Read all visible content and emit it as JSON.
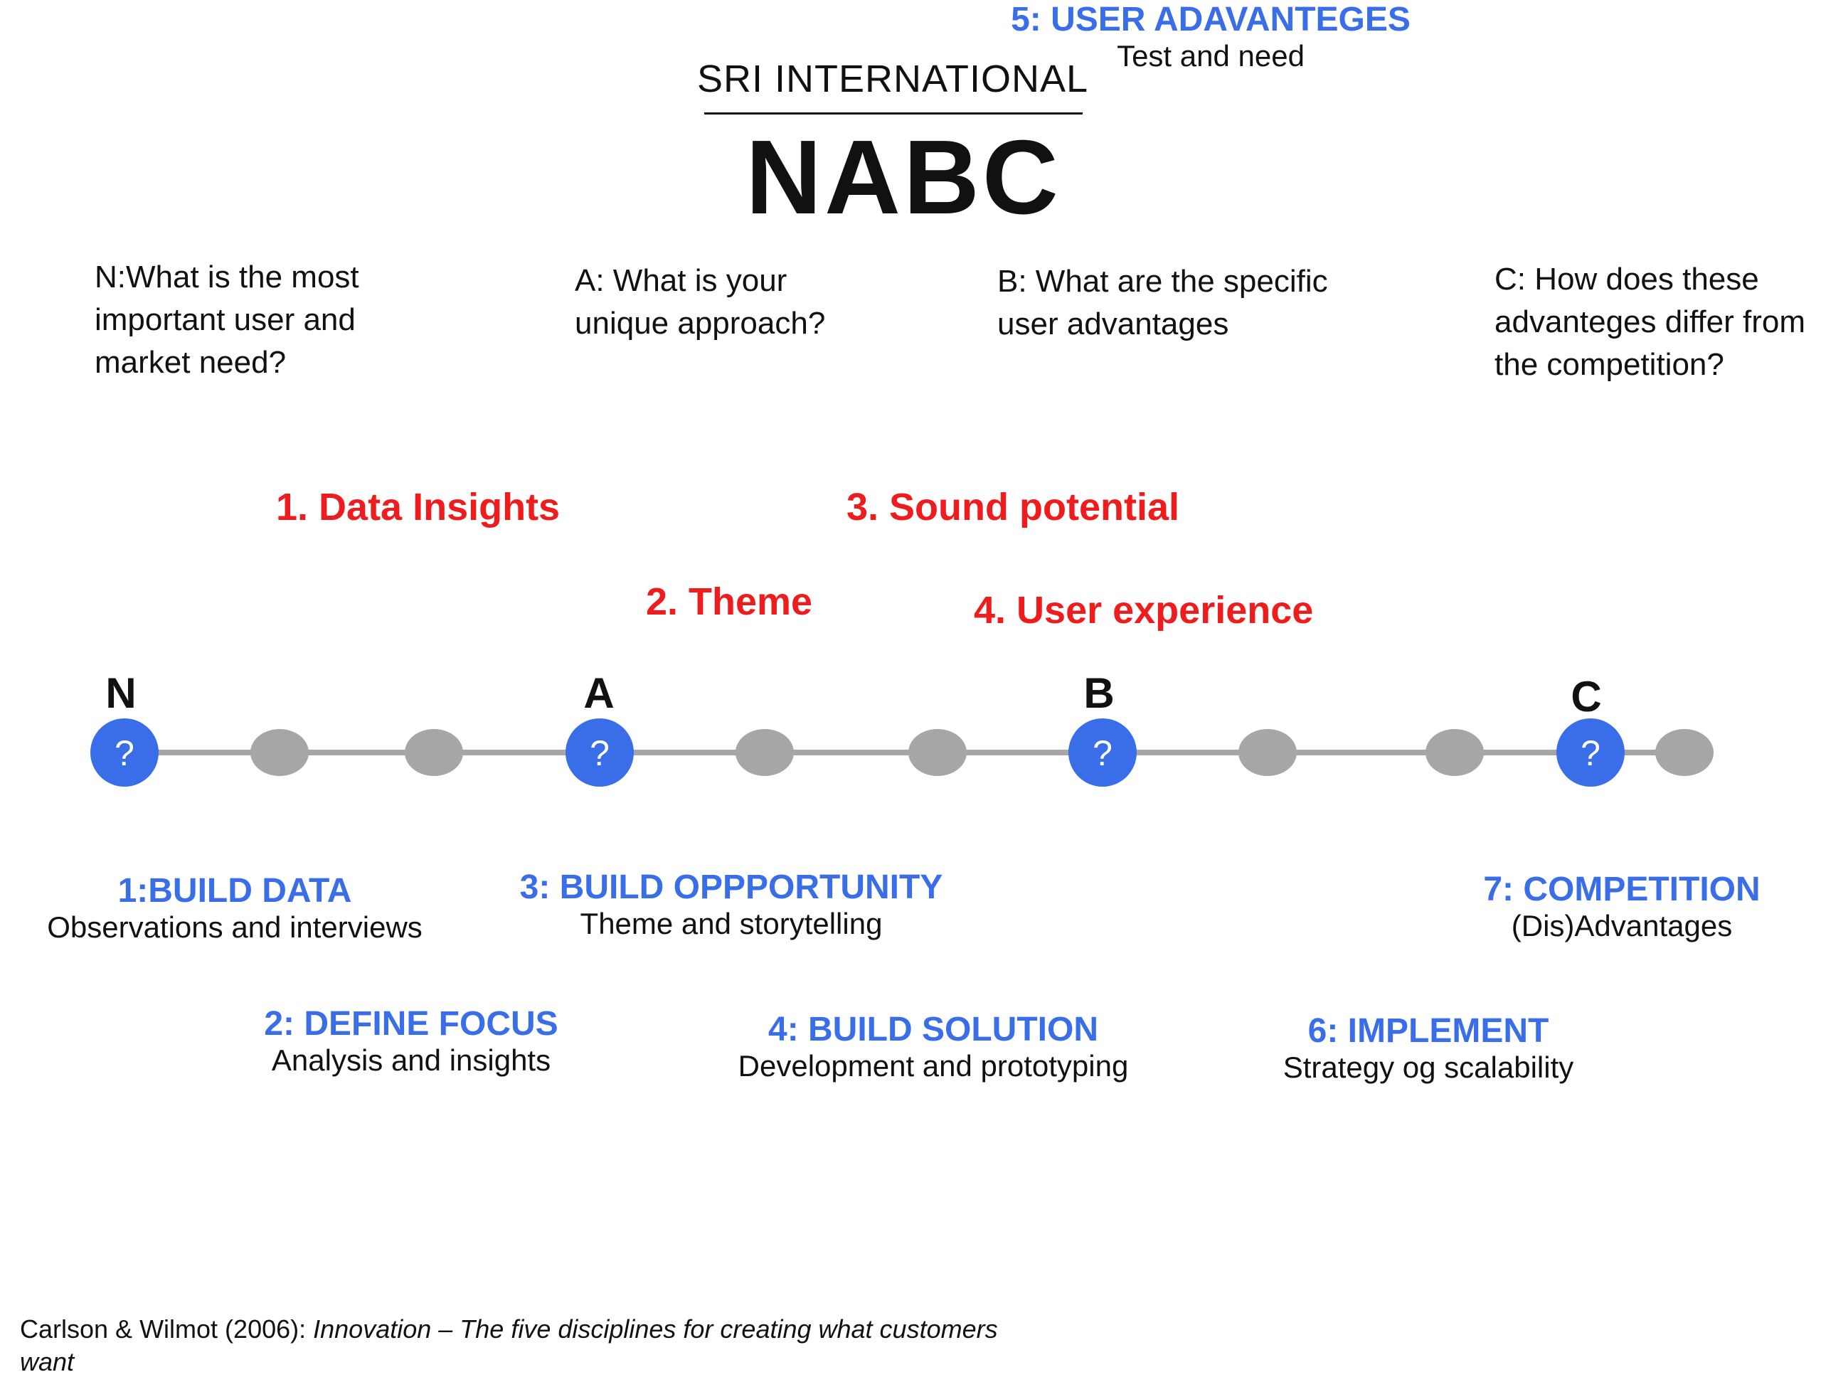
{
  "header": {
    "subtitle": "SRI INTERNATIONAL",
    "title": "NABC"
  },
  "questions": [
    {
      "id": "n",
      "lines": [
        "N:What is the most",
        "important user and",
        "market need?"
      ]
    },
    {
      "id": "a",
      "lines": [
        "A:  What is your",
        "unique approach?"
      ]
    },
    {
      "id": "b",
      "lines": [
        "B:  What are the specific",
        "user advantages"
      ]
    },
    {
      "id": "c",
      "lines": [
        "C: How does these",
        "advanteges differ from",
        "the competition?"
      ]
    }
  ],
  "highlights": [
    "1. Data Insights",
    "2. Theme",
    "3. Sound potential",
    "4. User experience"
  ],
  "timeline": {
    "letters": [
      "N",
      "A",
      "B",
      "C"
    ],
    "node_symbol": "?",
    "colors": {
      "key_node": "#3a6ee8",
      "minor_node": "#a6a6a6",
      "line": "#a6a6a6"
    }
  },
  "steps": [
    {
      "title": "1:BUILD DATA",
      "subtitle": "Observations and interviews"
    },
    {
      "title": "2: DEFINE FOCUS",
      "subtitle": "Analysis and insights"
    },
    {
      "title": "3: BUILD OPPPORTUNITY",
      "subtitle": "Theme and storytelling"
    },
    {
      "title": "4: BUILD SOLUTION",
      "subtitle": "Development and prototyping"
    },
    {
      "title": "5: USER ADAVANTEGES",
      "subtitle": "Test and need"
    },
    {
      "title": "6: IMPLEMENT",
      "subtitle": "Strategy og scalability"
    },
    {
      "title": "7: COMPETITION",
      "subtitle": "(Dis)Advantages"
    }
  ],
  "citation": {
    "authors": "Carlson & Wilmot (2006): ",
    "work": "Innovation – The five disciplines for creating what customers",
    "cont": "want"
  }
}
